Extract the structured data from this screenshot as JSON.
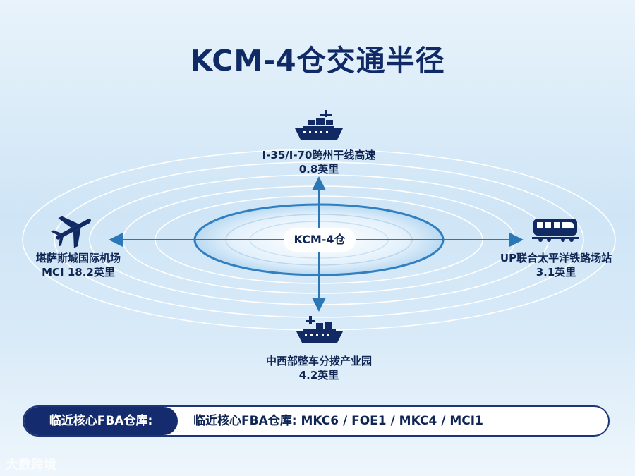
{
  "title": "KCM-4仓交通半径",
  "center": {
    "label": "KCM-4仓"
  },
  "destinations": {
    "top": {
      "name": "I-35/I-70跨州干线高速",
      "distance": "0.8英里",
      "icon": "ship-icon"
    },
    "bottom": {
      "name": "中西部整车分拨产业园",
      "distance": "4.2英里",
      "icon": "ship-icon"
    },
    "left": {
      "name": "堪萨斯城国际机场",
      "distance": "MCI 18.2英里",
      "icon": "airplane-icon"
    },
    "right": {
      "name": "UP联合太平洋铁路场站",
      "distance": "3.1英里",
      "icon": "train-icon"
    }
  },
  "fba": {
    "header": "临近核心FBA仓库:",
    "text": "临近核心FBA仓库:  MKC6  /  FOE1  /  MKC4  /  MCI1"
  },
  "watermark": "大数跨境",
  "colors": {
    "navy": "#102a66",
    "ring": "#2f7fc1",
    "arrow": "#2c78b6"
  }
}
